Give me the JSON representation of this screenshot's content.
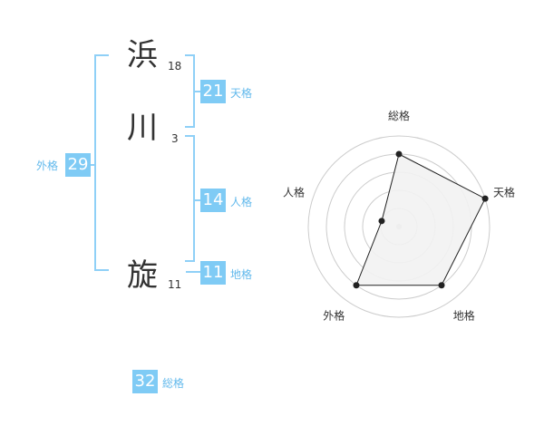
{
  "colors": {
    "accent_box": "#7fcbf5",
    "accent_text": "#62b9ec",
    "bracket": "#8fd0f7",
    "text": "#333333",
    "radar_fill": "#f2f2f2",
    "radar_grid": "#cccccc",
    "radar_line": "#222222"
  },
  "name": {
    "chars": [
      {
        "kanji": "浜",
        "strokes": "18"
      },
      {
        "kanji": "川",
        "strokes": "3"
      },
      {
        "kanji": "旋",
        "strokes": "11"
      }
    ]
  },
  "kaku": {
    "tenkaku": {
      "value": "21",
      "label": "天格"
    },
    "jinkaku": {
      "value": "14",
      "label": "人格"
    },
    "chikaku": {
      "value": "11",
      "label": "地格"
    },
    "gaikaku": {
      "value": "29",
      "label": "外格"
    },
    "soukaku": {
      "value": "32",
      "label": "総格"
    }
  },
  "chart_data": {
    "type": "radar",
    "axes": [
      "総格",
      "天格",
      "地格",
      "外格",
      "人格"
    ],
    "values": [
      4,
      5,
      4,
      4,
      1
    ],
    "max": 5
  }
}
